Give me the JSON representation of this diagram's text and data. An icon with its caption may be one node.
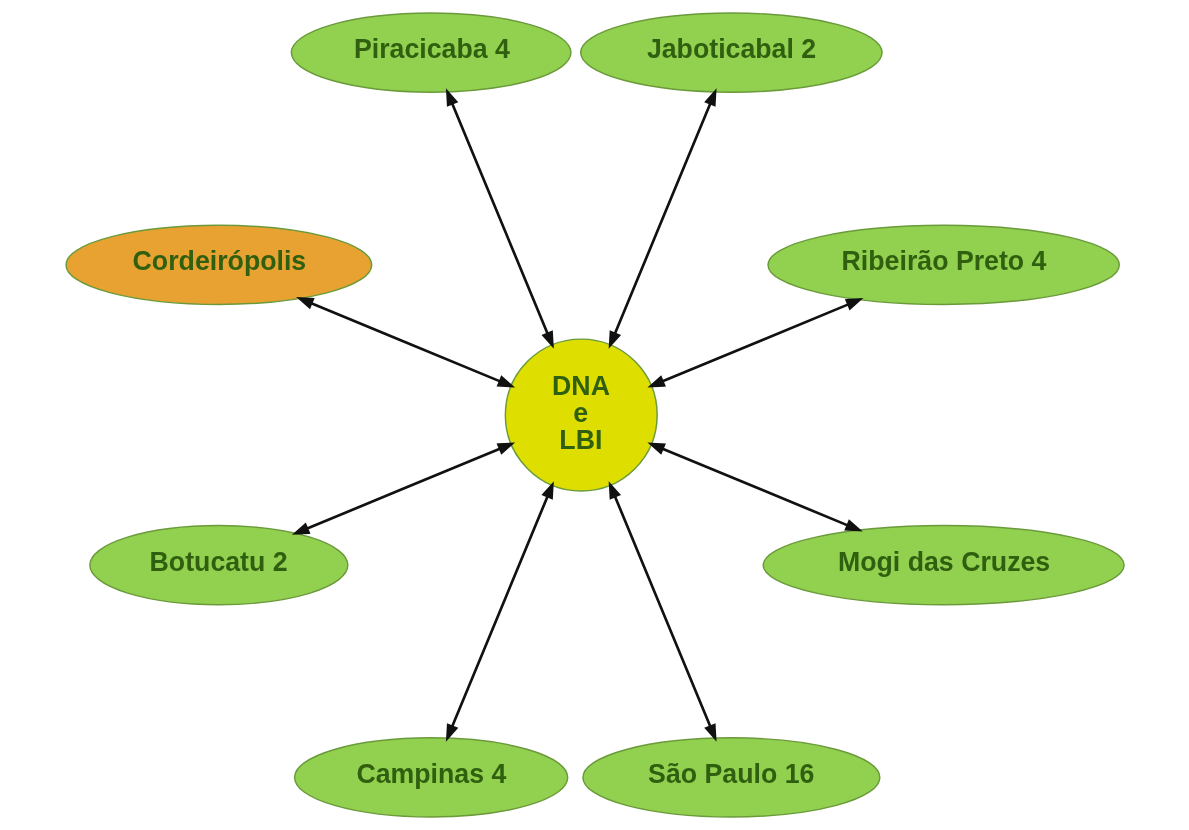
{
  "diagram": {
    "nodes": [
      {
        "text": [
          "Ribeirão Preto 4"
        ]
      },
      {
        "text": [
          "Jaboticabal 2"
        ]
      },
      {
        "text": [
          "Piracicaba 4"
        ]
      },
      {
        "text": [
          "Cordeirópolis"
        ]
      },
      {
        "text": [
          "Botucatu 2"
        ]
      },
      {
        "text": [
          "DNA e LBI"
        ]
      },
      {
        "text": [
          "Campinas 4"
        ]
      },
      {
        "text": [
          "São Paulo 16"
        ]
      },
      {
        "text": [
          "Mogi das Cruzes"
        ]
      }
    ],
    "edges": [
      {
        "from": 5,
        "to": 2,
        "arrow": "both"
      },
      {
        "from": 5,
        "to": 1,
        "arrow": "both"
      },
      {
        "from": 5,
        "to": 0,
        "arrow": "both"
      },
      {
        "from": 5,
        "to": 3,
        "arrow": "both"
      },
      {
        "from": 5,
        "to": 6,
        "arrow": "both"
      },
      {
        "from": 5,
        "to": 8,
        "arrow": "both"
      },
      {
        "from": 5,
        "to": 7,
        "arrow": "both"
      },
      {
        "from": 5,
        "to": 4,
        "arrow": "both"
      }
    ]
  }
}
